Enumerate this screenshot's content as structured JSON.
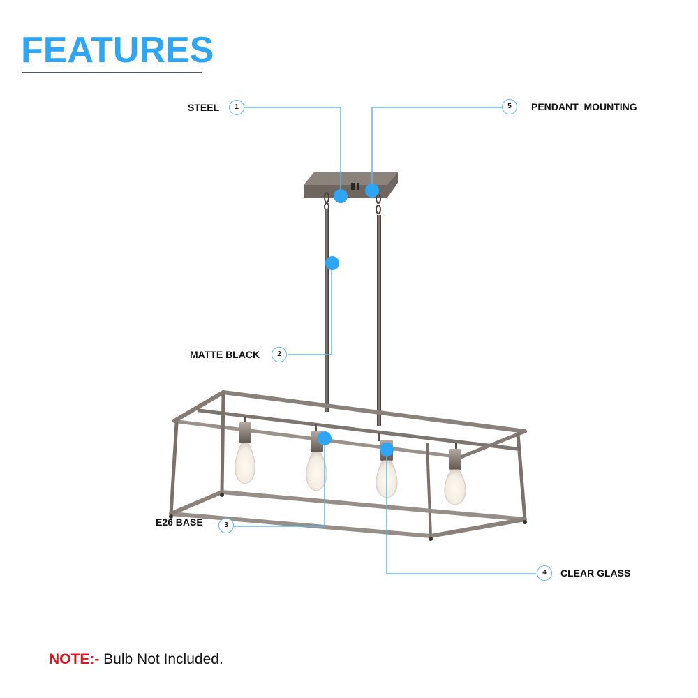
{
  "header": {
    "title": "FEATURES"
  },
  "colors": {
    "accent": "#2ea6f5",
    "leader_line": "#5fb8e6",
    "note_red": "#e2141b",
    "metal": "#7d756f"
  },
  "callouts": [
    {
      "number": "1",
      "label": "STEEL"
    },
    {
      "number": "2",
      "label": "MATTE BLACK"
    },
    {
      "number": "3",
      "label": "E26 BASE"
    },
    {
      "number": "4",
      "label": "CLEAR GLASS"
    },
    {
      "number": "5",
      "label": "PENDANT  MOUNTING"
    }
  ],
  "note": {
    "lead": "NOTE:-",
    "text": " Bulb Not Included."
  },
  "product": {
    "type": "linear pendant chandelier",
    "bulb_count": "4"
  }
}
